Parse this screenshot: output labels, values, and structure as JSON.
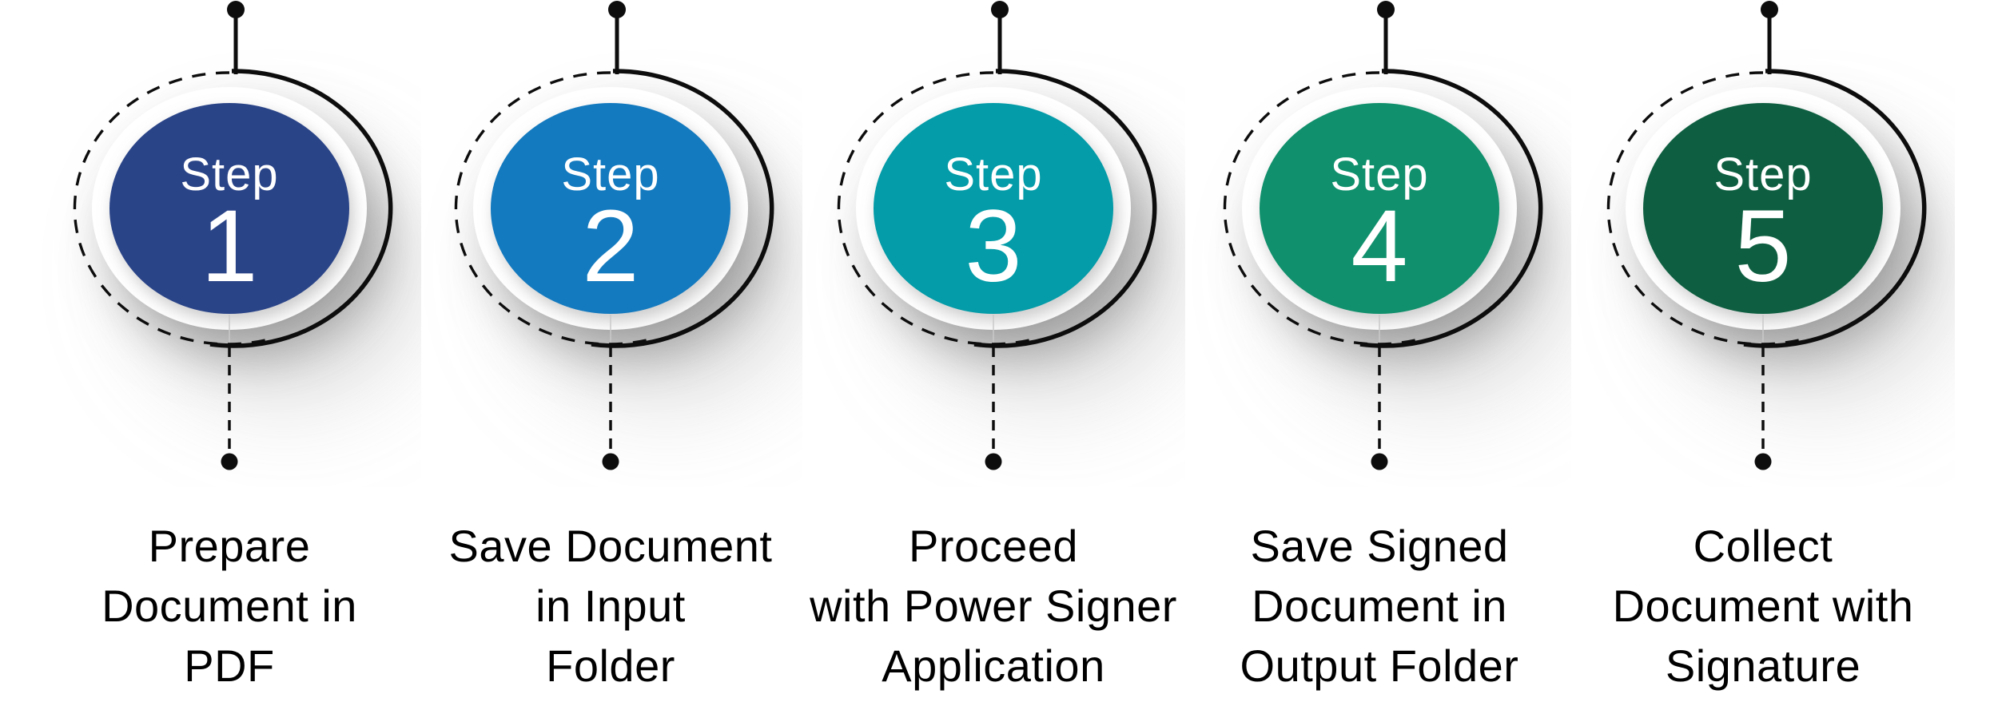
{
  "diagram": {
    "type": "process-steps-infographic",
    "connector_color": "#0d0d0d",
    "label_text_color": "#000000",
    "circle_text_color": "#ffffff",
    "steps": [
      {
        "label": "Step",
        "number": "1",
        "color": "#2a4488",
        "description_lines": [
          "Prepare",
          "Document in",
          "PDF"
        ]
      },
      {
        "label": "Step",
        "number": "2",
        "color": "#147abf",
        "description_lines": [
          "Save Document",
          "in Input",
          "Folder"
        ]
      },
      {
        "label": "Step",
        "number": "3",
        "color": "#039ca8",
        "description_lines": [
          "Proceed",
          "with Power Signer",
          "Application"
        ]
      },
      {
        "label": "Step",
        "number": "4",
        "color": "#10906c",
        "description_lines": [
          "Save Signed",
          "Document in",
          "Output Folder"
        ]
      },
      {
        "label": "Step",
        "number": "5",
        "color": "#0e5f41",
        "description_lines": [
          "Collect",
          "Document with",
          "Signature"
        ]
      }
    ]
  }
}
